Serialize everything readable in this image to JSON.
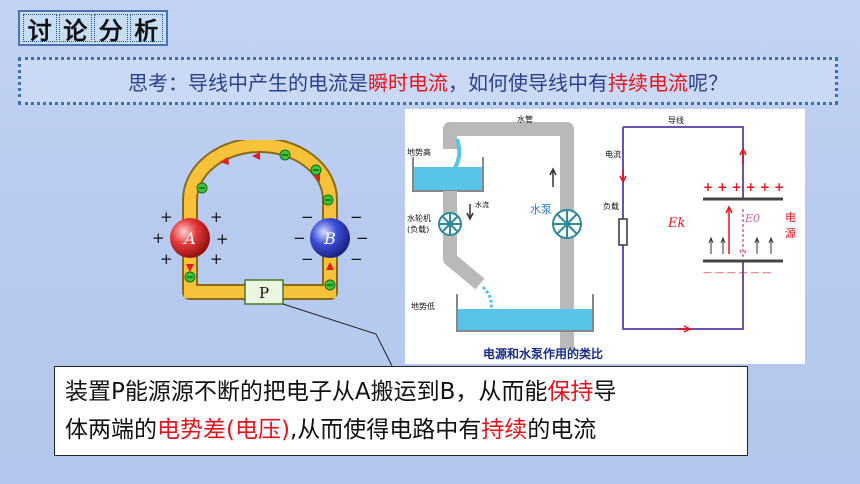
{
  "title": {
    "chars": [
      "讨",
      "论",
      "分",
      "析"
    ]
  },
  "think": {
    "p1": "思考：导线中产生的电流是",
    "r1": "瞬时电流",
    "p2": "，如何使导线中有",
    "r2": "持续电流",
    "p3": "呢？"
  },
  "circuit": {
    "a_label": "A",
    "b_label": "B",
    "p_label": "P",
    "plus": "+",
    "minus": "−"
  },
  "analogy": {
    "water_pipe": "水管",
    "high_potential": "地势高",
    "water_flow": "水流",
    "water_wheel": "水轮机",
    "load_paren": "(负载)",
    "water_pump": "水泵",
    "low_potential": "地势低",
    "wire": "导线",
    "current": "电流",
    "load": "负载",
    "ek": "Ek",
    "e0": "E0",
    "power_source": "电源",
    "plus_row": "+ + + + + +",
    "minus_row": "— — — — — —",
    "caption": "电源和水泵作用的类比"
  },
  "callout": {
    "s1": "装置P能源源不断的把电子从A搬运到B，从而能",
    "r1": "保持",
    "s2": "导",
    "s3": "体两端的",
    "r2": "电势差(电压)",
    "s4": ",从而使得电路中有",
    "r3": "持续",
    "s5": "的电流"
  },
  "colors": {
    "red": "#e8121a",
    "blue_text": "#2c3f8f",
    "pipe_gray": "#b9b9b9",
    "water": "#59c4ea",
    "circuit_purple": "#6f4fb0"
  }
}
